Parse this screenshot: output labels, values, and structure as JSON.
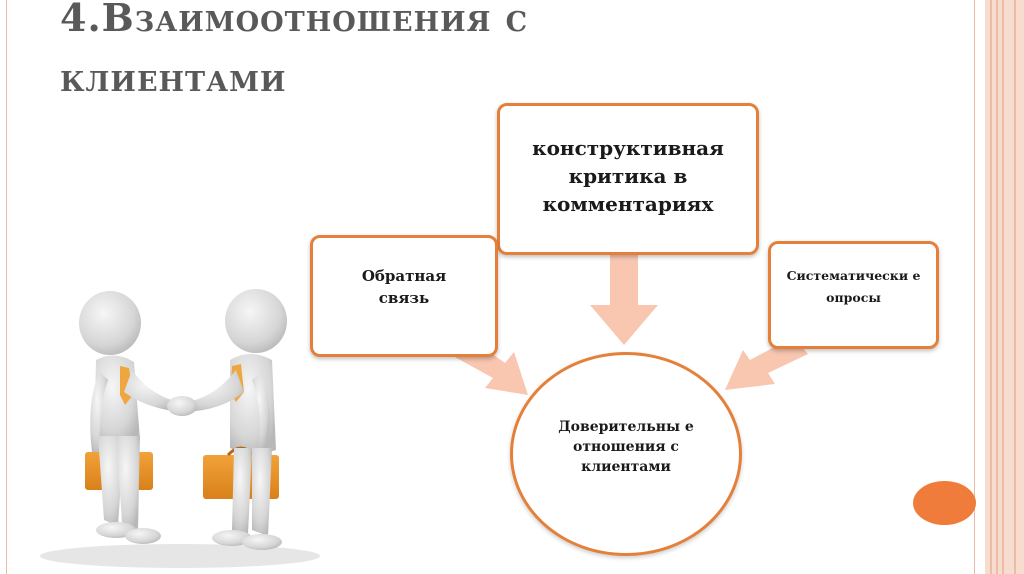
{
  "title": {
    "line1": "4.Взаимоотношения с",
    "line2": "клиентами"
  },
  "diagram": {
    "top_box": "конструктивная критика в комментариях",
    "left_box": "Обратная связь",
    "right_box": "Систематически е опросы",
    "center_node": "Доверительны е отношения с клиентами"
  },
  "colors": {
    "accent_orange": "#e5803a",
    "arrow_fill": "#f9c6b0",
    "title_gray": "#595959",
    "decor_dot": "#f07c3c"
  },
  "illustration": {
    "subject": "handshake-figures",
    "icons": [
      "person-figure",
      "briefcase-icon"
    ]
  }
}
